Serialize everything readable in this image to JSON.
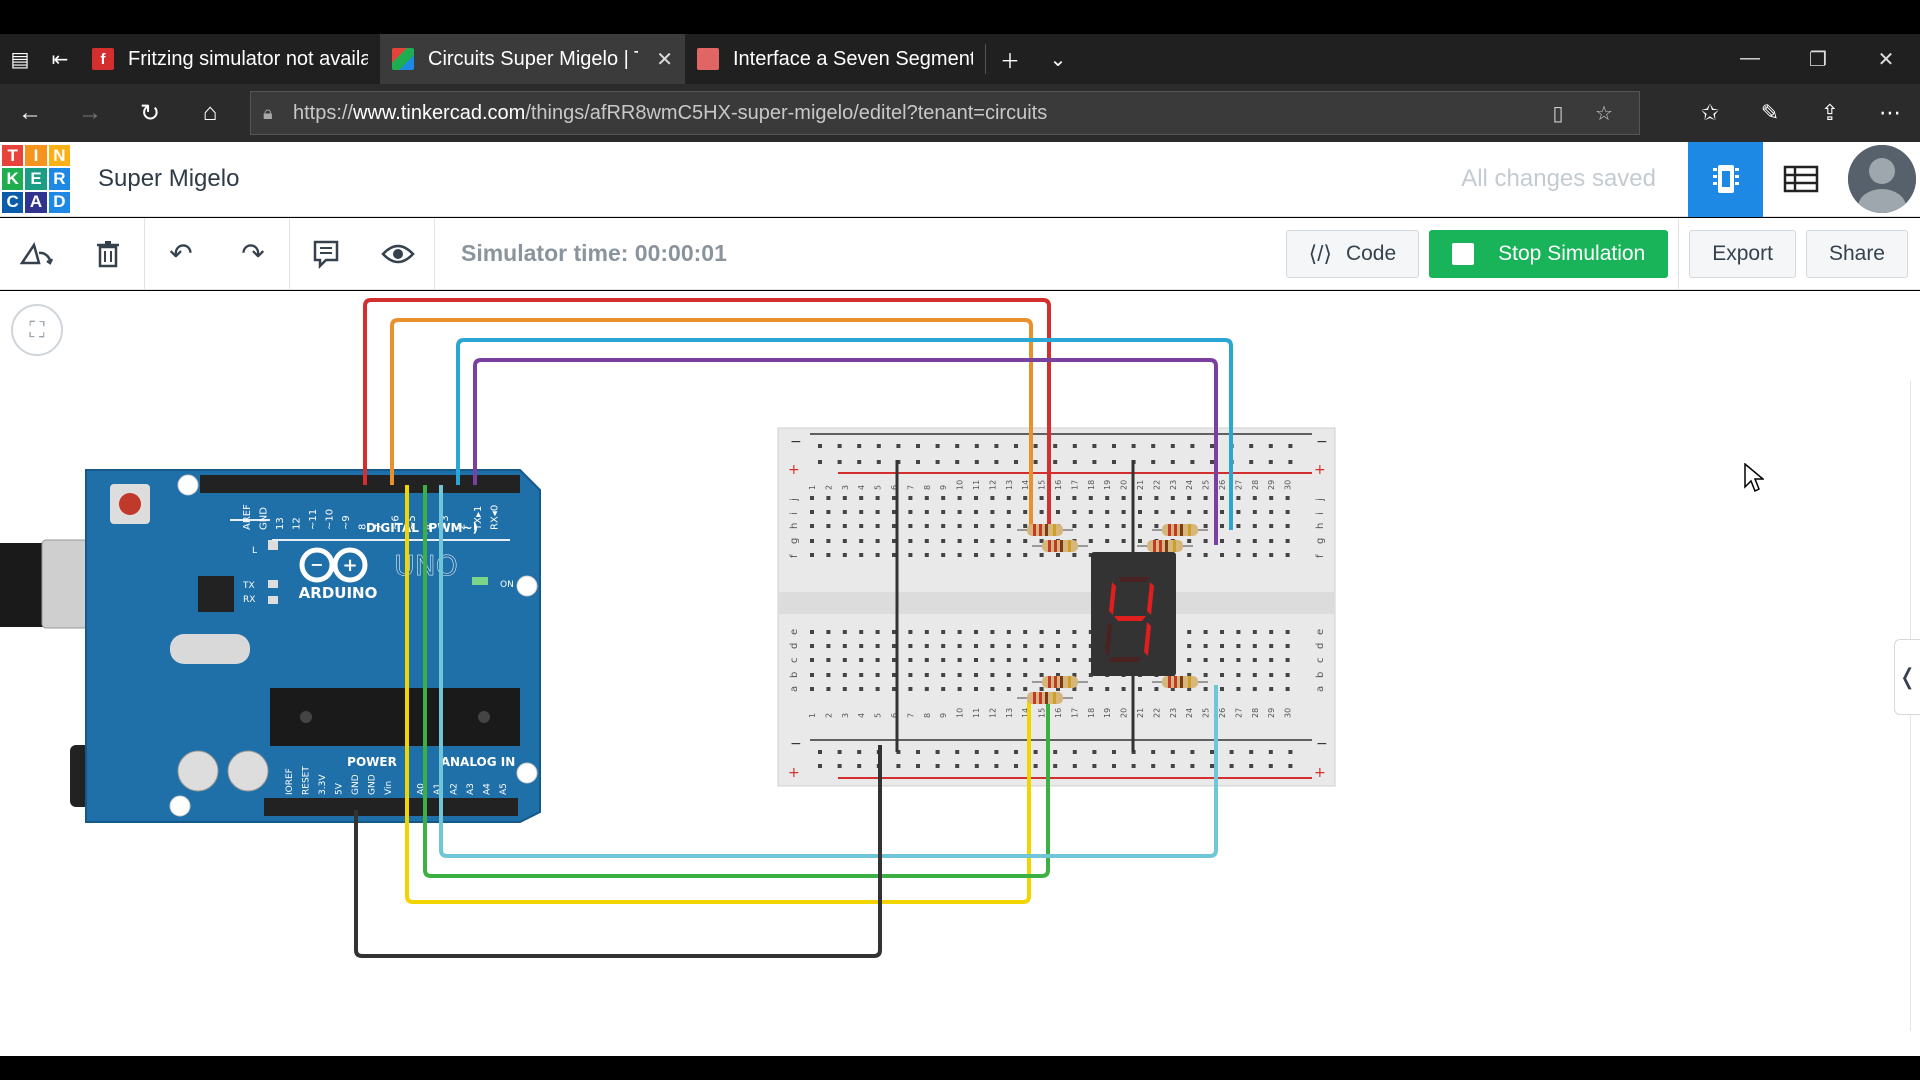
{
  "browser": {
    "tabs": [
      {
        "title": "Fritzing simulator not availa",
        "favicon_color": "#d32f2f",
        "favicon_letter": "f",
        "active": false
      },
      {
        "title": "Circuits Super Migelo | T",
        "favicon_color": "#6aa84f",
        "favicon_letter": "",
        "active": true
      },
      {
        "title": "Interface a Seven Segment D",
        "favicon_color": "#e06666",
        "favicon_letter": "",
        "active": false
      }
    ],
    "url_prefix": "https://",
    "url_domain": "www.tinkercad.com",
    "url_path": "/things/afRR8wmC5HX-super-migelo/editel?tenant=circuits"
  },
  "app": {
    "logo_letters": [
      "T",
      "I",
      "N",
      "K",
      "E",
      "R",
      "C",
      "A",
      "D"
    ],
    "logo_colors": [
      "#e8433b",
      "#f7941d",
      "#fbb116",
      "#1fae4f",
      "#1b9c85",
      "#1e88e5",
      "#0a5cab",
      "#31348f",
      "#1e88e5"
    ],
    "design_name": "Super Migelo",
    "save_status": "All changes saved"
  },
  "toolbar": {
    "sim_time": "Simulator time: 00:00:01",
    "code_label": "Code",
    "stop_label": "Stop Simulation",
    "export_label": "Export",
    "share_label": "Share"
  },
  "circuit": {
    "arduino": {
      "brand": "ARDUINO",
      "model": "UNO",
      "digital_label": "DIGITAL (PWM~)",
      "power_label": "POWER",
      "analog_label": "ANALOG IN",
      "on_label": "ON",
      "tx_label": "TX",
      "rx_label": "RX",
      "l_label": "L",
      "top_pins": [
        "AREF",
        "GND",
        "13",
        "12",
        "~11",
        "~10",
        "~9",
        "8",
        "7",
        "~6",
        "~5",
        "4",
        "~3",
        "2",
        "TX▸1",
        "RX◂0"
      ],
      "bottom_pins": [
        "IOREF",
        "RESET",
        "3.3V",
        "5V",
        "GND",
        "GND",
        "Vin",
        "A0",
        "A1",
        "A2",
        "A3",
        "A4",
        "A5"
      ]
    },
    "display_digit": "4",
    "breadboard_row_labels": [
      "j",
      "i",
      "h",
      "g",
      "f",
      "e",
      "d",
      "c",
      "b",
      "a"
    ],
    "wire_colors": {
      "red": "#d32f2f",
      "orange": "#e8912d",
      "blue": "#2aa6d6",
      "purple": "#7b3fa0",
      "yellow": "#f1d500",
      "green": "#3cb043",
      "cyan": "#6fc6d6",
      "black": "#333333"
    }
  }
}
